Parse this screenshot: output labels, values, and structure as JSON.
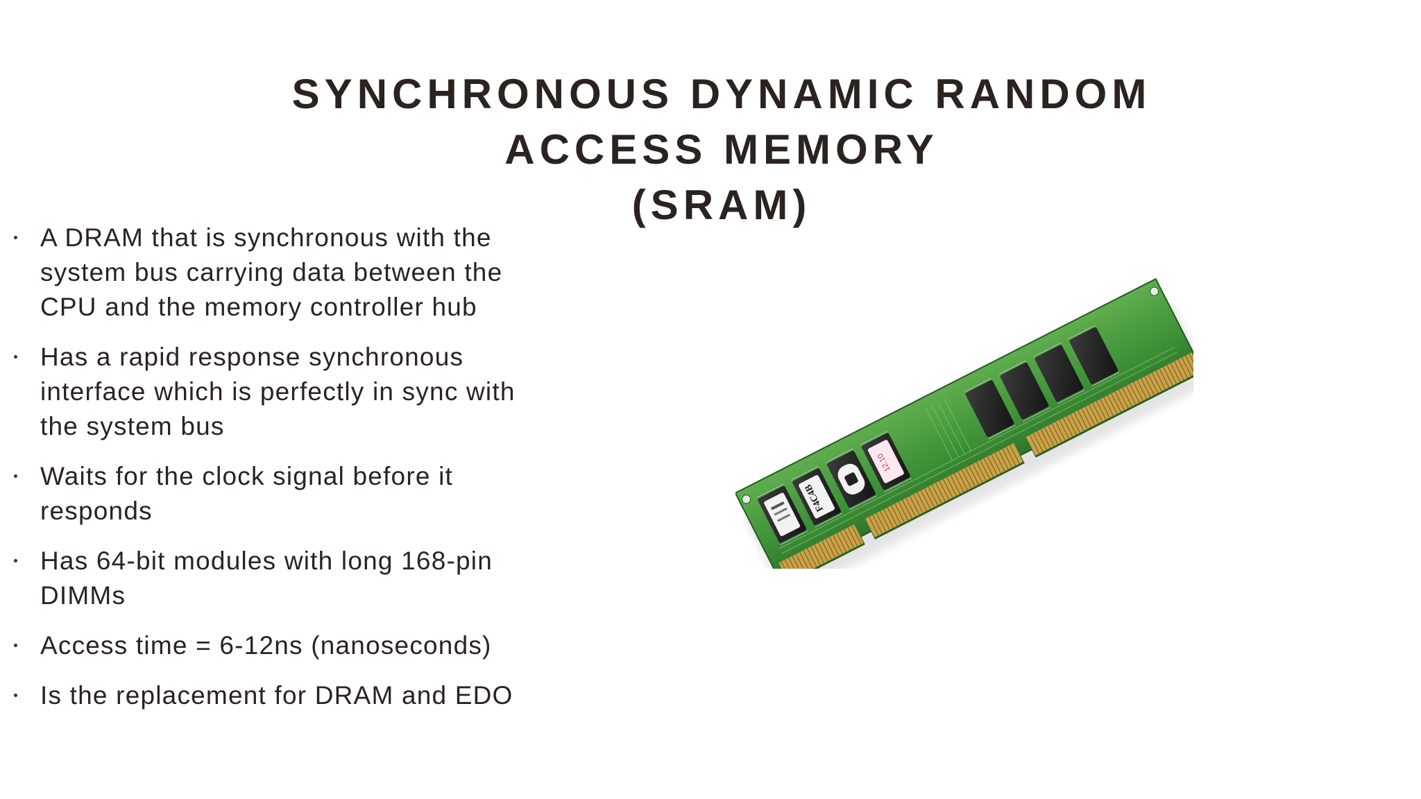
{
  "slide": {
    "title_lines": [
      "SYNCHRONOUS DYNAMIC RANDOM",
      "ACCESS MEMORY",
      "(SRAM)"
    ],
    "bullets": [
      "A DRAM that is synchronous with the system bus carrying data between the CPU and the memory controller hub",
      "Has a rapid response synchronous interface which is perfectly in sync with the system bus",
      "Waits for the clock signal before it responds",
      "Has 64-bit modules with long 168-pin DIMMs",
      "Access time = 6-12ns (nanoseconds)",
      "Is the replacement for DRAM and EDO"
    ],
    "image": {
      "chip_labels": [
        "F4C4B",
        "12.10"
      ]
    }
  }
}
